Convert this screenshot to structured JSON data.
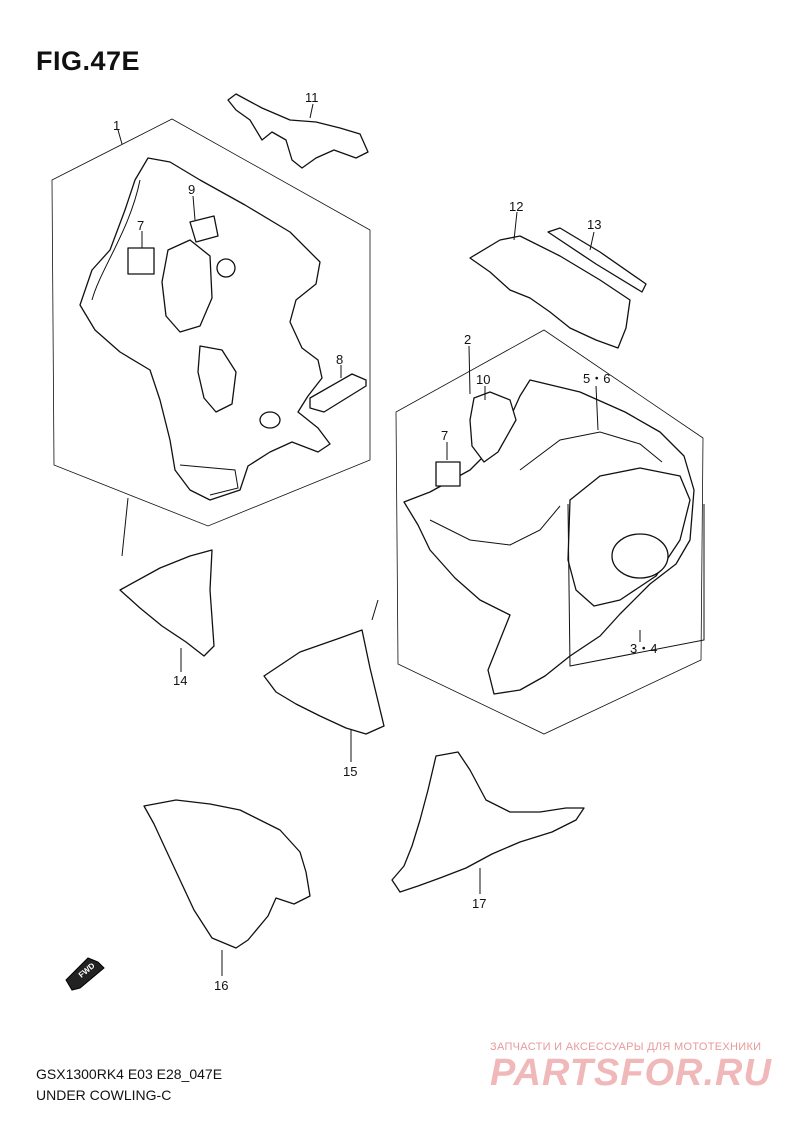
{
  "figure": {
    "title": "FIG.47E",
    "model_code": "GSX1300RK4 E03 E28_047E",
    "name": "UNDER COWLING-C"
  },
  "callouts": [
    {
      "id": "c1",
      "label": "1"
    },
    {
      "id": "c2",
      "label": "2"
    },
    {
      "id": "c34",
      "label": "3・4"
    },
    {
      "id": "c56",
      "label": "5・6"
    },
    {
      "id": "c7a",
      "label": "7"
    },
    {
      "id": "c7b",
      "label": "7"
    },
    {
      "id": "c8",
      "label": "8"
    },
    {
      "id": "c9",
      "label": "9"
    },
    {
      "id": "c10",
      "label": "10"
    },
    {
      "id": "c11",
      "label": "11"
    },
    {
      "id": "c12",
      "label": "12"
    },
    {
      "id": "c13",
      "label": "13"
    },
    {
      "id": "c14",
      "label": "14"
    },
    {
      "id": "c15",
      "label": "15"
    },
    {
      "id": "c16",
      "label": "16"
    },
    {
      "id": "c17",
      "label": "17"
    }
  ],
  "fwd_marker": {
    "label": "FWD",
    "icon": "fwd-arrow-icon"
  },
  "watermark": {
    "tagline": "ЗАПЧАСТИ И АКСЕССУАРЫ ДЛЯ МОТОТЕХНИКИ",
    "logo": "PARTSFOR.RU",
    "color": "#f0b8b8"
  }
}
